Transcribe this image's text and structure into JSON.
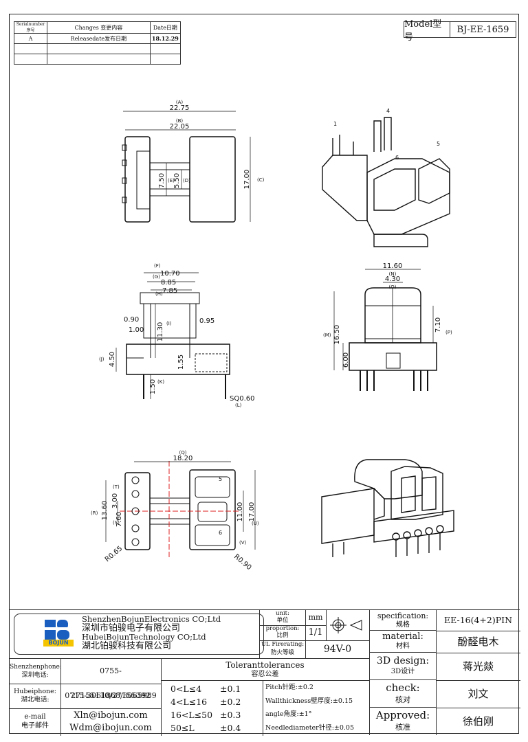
{
  "revision_table": {
    "headers": [
      "Serialnumber序号",
      "Changes 变更内容",
      "Date日期"
    ],
    "rows": [
      [
        "A",
        "Releasedate发布日期",
        "18.12.29"
      ],
      [
        "",
        "",
        ""
      ],
      [
        "",
        "",
        ""
      ]
    ]
  },
  "model": {
    "label": "Model型号",
    "value": "BJ-EE-1659"
  },
  "dimensions": {
    "top_view": {
      "A": "(A)",
      "A_val": "22.75",
      "B": "(B)",
      "B_val": "22.05",
      "C_val": "17.00",
      "C": "(C)",
      "E_val": "7.50",
      "E": "(E)",
      "D_val": "5.50",
      "D": "(D)"
    },
    "front_view": {
      "F": "(F)",
      "F_val": "10.70",
      "G": "(G)",
      "G_val": "8.85",
      "H": "(H)",
      "H_val": "7.85",
      "v090": "0.90",
      "v100": "1.00",
      "I_val": "11.30",
      "I": "(I)",
      "v095": "0.95",
      "J": "(J)",
      "J_val": "4.50",
      "v155": "1.55",
      "K_val": "1.50",
      "K": "(K)",
      "L_val": "SQ0.60",
      "L": "(L)"
    },
    "side_view": {
      "N_val": "11.60",
      "N": "(N)",
      "O_val": "4.30",
      "O": "(O)",
      "M": "(M)",
      "M_val": "16.50",
      "P_val": "7.10",
      "P": "(P)",
      "v600": "6.00"
    },
    "bottom_view": {
      "Q": "(Q)",
      "Q_val": "18.20",
      "R": "(R)",
      "R_val": "13.60",
      "T": "(T)",
      "T_val": "3.00",
      "S": "(S)",
      "S_val": "7.60",
      "V_val": "11.00",
      "V": "(V)",
      "U_val": "17.00",
      "U": "(U)",
      "r065": "R0.65",
      "r090": "R0.90",
      "pin5": "5",
      "pin6": "6"
    },
    "iso_view": {
      "p1": "1",
      "p4": "4",
      "p5": "5",
      "p6": "6"
    }
  },
  "title_block": {
    "company_en_1": "ShenzhenBojunElectronics CO;Ltd",
    "company_cn_1": "深圳市铂骏电子有限公司",
    "company_en_2": "HubeiBojunTechnology CO;Ltd",
    "company_cn_2": "湖北铂骏科技有限公司",
    "logo_text": "BOJUN",
    "unit_label": "unit:",
    "unit_cn": "单位",
    "unit_value": "mm",
    "proportion_label": "proportion:",
    "proportion_cn": "比例",
    "proportion_value": "1/1",
    "fire_label": "UL Firerating:",
    "fire_cn": "防火等级",
    "fire_value": "94V-0",
    "spec_label": "specification:",
    "spec_cn": "规格",
    "spec_value": "EE-16(4+2)PIN",
    "material_label": "material:",
    "material_cn": "材料",
    "material_value": "酚醛电木",
    "design_label": "3D design:",
    "design_cn": "3D设计",
    "design_value": "蒋光燚",
    "check_label": "check:",
    "check_cn": "核对",
    "check_value": "刘文",
    "approved_label": "Approved:",
    "approved_cn": "核准",
    "approved_value": "徐伯刚",
    "sz_phone_label": "Shenzhenphone:",
    "sz_phone_cn": "深圳电话:",
    "sz_phone": "0755-27155110/27155392",
    "hb_phone_label": "Hubeiphone:",
    "hb_phone_cn": "湖北电话:",
    "hb_phone": "0715-3061868/3065989",
    "email_label": "e-mail",
    "email_cn": "电子邮件",
    "email_1": "Xln@ibojun.com",
    "email_2": "Wdm@ibojun.com",
    "tol_title": "Toleranttolerances",
    "tol_cn": "容忍公差",
    "tol_ranges": [
      "0<L≤4",
      "4<L≤16",
      "16<L≤50",
      "50≤L"
    ],
    "tol_values": [
      "±0.1",
      "±0.2",
      "±0.3",
      "±0.4"
    ],
    "pitch": "Pitch针距:±0.2",
    "wall": "Wallthickness壁厚度:±0.15",
    "angle": "angle角度:±1°",
    "needle": "Needlediameter针径:±0.05"
  }
}
